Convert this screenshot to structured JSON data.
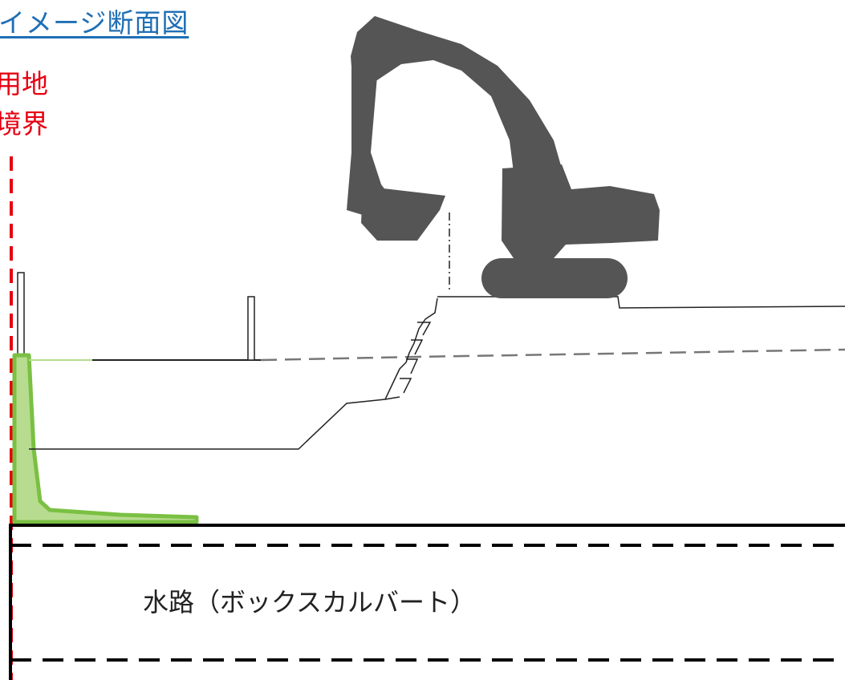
{
  "title": "イメージ断面図",
  "boundary_label": {
    "line1": "用地",
    "line2": "境界"
  },
  "channel_label": "水路（ボックスカルバート）",
  "colors": {
    "title": "#1f6fb5",
    "boundary": "#e60012",
    "retaining_fill": "#b7dc8f",
    "retaining_stroke": "#7ac043",
    "excavator": "#555555",
    "ground": "#222222",
    "water_dash": "#888888"
  },
  "icons": [
    "excavator-icon"
  ]
}
